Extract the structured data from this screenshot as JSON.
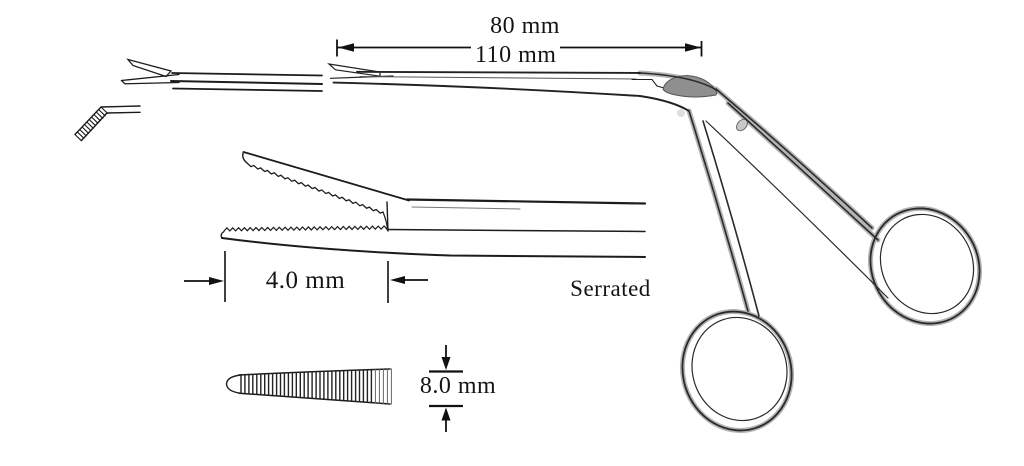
{
  "diagram": {
    "type": "instrument-line-drawing",
    "subject": "micro alligator forceps with scissor handles",
    "labels": {
      "working_length": "80 mm",
      "overall_length": "110 mm",
      "jaw_length": "4.0 mm",
      "jaw_texture": "Serrated",
      "tip_width": "8.0 mm"
    },
    "colors": {
      "background": "#ffffff",
      "line": "#1c1c1c",
      "hinge_shade": "#8f8f8f",
      "soft_shade": "#b4b4b4"
    }
  }
}
